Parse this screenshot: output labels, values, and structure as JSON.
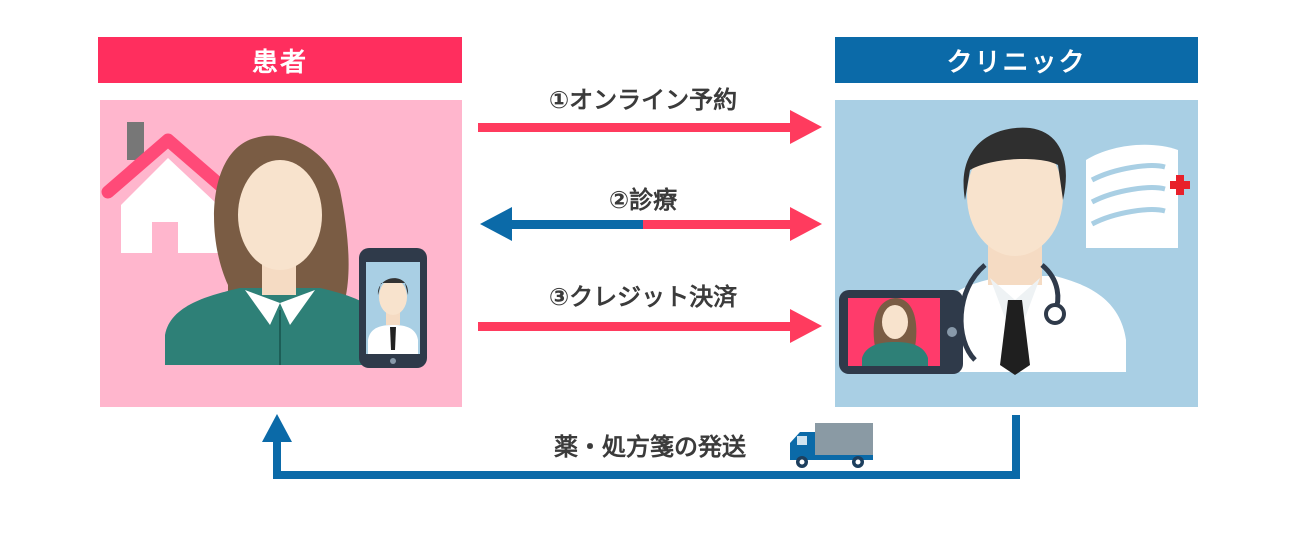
{
  "patient": {
    "title": "患者"
  },
  "clinic": {
    "title": "クリニック"
  },
  "flows": [
    {
      "label": "①オンライン予約"
    },
    {
      "label": "②診療"
    },
    {
      "label": "③クレジット決済"
    }
  ],
  "delivery": {
    "label": "薬・処方箋の発送"
  },
  "colors": {
    "patient_accent": "#ff2e5e",
    "patient_bg": "#ffb6cd",
    "clinic_accent": "#0b6aa8",
    "clinic_bg": "#a9cfe4",
    "text": "#3b3b3b"
  },
  "icons": [
    "house-icon",
    "patient-woman-icon",
    "smartphone-icon",
    "doctor-icon",
    "hospital-icon",
    "tablet-icon",
    "truck-icon"
  ]
}
